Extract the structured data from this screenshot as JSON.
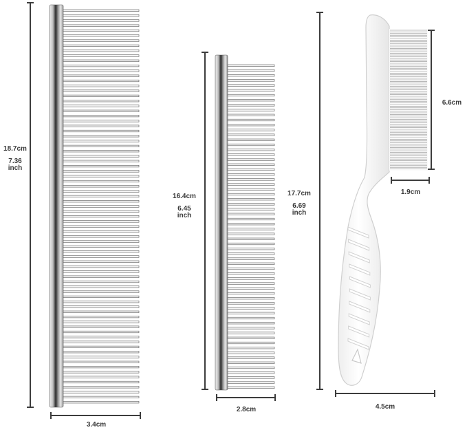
{
  "combs": [
    {
      "id": "large",
      "height_cm": "18.7cm",
      "height_in_value": "7.36",
      "height_in_unit": "inch",
      "width_cm": "3.4cm"
    },
    {
      "id": "medium",
      "height_cm": "16.4cm",
      "height_in_value": "6.45",
      "height_in_unit": "inch",
      "width_cm": "2.8cm"
    },
    {
      "id": "flea",
      "height_cm": "17.7cm",
      "height_in_value": "6.69",
      "height_in_unit": "inch",
      "width_cm": "4.5cm",
      "teeth_height_cm": "6.6cm",
      "teeth_width_cm": "1.9cm"
    }
  ],
  "colors": {
    "dimension_line": "#3c3c3c",
    "steel_dark": "#2b2b2b",
    "steel_light": "#e9e9e9",
    "handle_white": "#fafafa",
    "handle_outline": "#d9d9d9"
  }
}
